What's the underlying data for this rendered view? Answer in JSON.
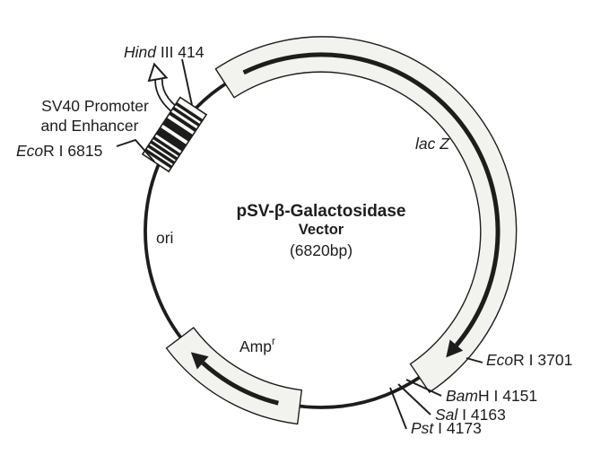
{
  "colors": {
    "ink": "#1d1d1b",
    "band_fill": "#f2f2ee",
    "background": "#ffffff"
  },
  "plasmid": {
    "title": "pSV-β-Galactosidase",
    "title_line2": "Vector",
    "size_label": "(6820bp)",
    "features": {
      "lacz": {
        "label": "lac Z"
      },
      "ori": {
        "label": "ori"
      },
      "amp": {
        "label": "Amp",
        "sup": "r"
      },
      "sv40": {
        "line1": "SV40 Promoter",
        "line2": "and Enhancer"
      }
    },
    "sites": {
      "hind3": {
        "enzyme": "Hind",
        "rest": " III 414"
      },
      "ecor1_6815": {
        "enzyme": "Eco",
        "rest": "R I 6815"
      },
      "ecor1_3701": {
        "enzyme": "Eco",
        "rest": "R I 3701"
      },
      "bamh1_4151": {
        "enzyme": "Bam",
        "rest": "H I 4151"
      },
      "sal1_4163": {
        "enzyme": "Sal",
        "rest": " I 4163"
      },
      "pst1_4173": {
        "enzyme": "Pst",
        "rest": " I 4173"
      }
    }
  }
}
